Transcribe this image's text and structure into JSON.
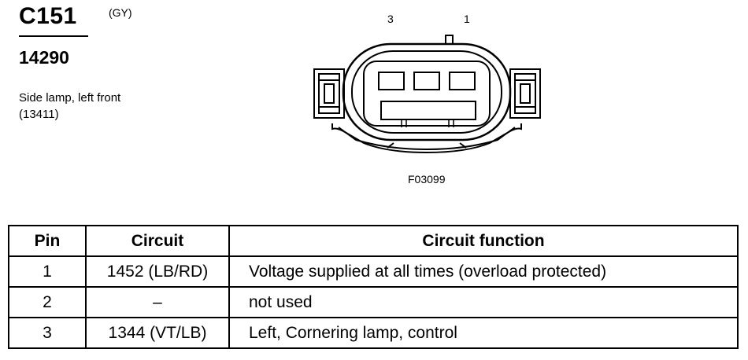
{
  "connector": {
    "id": "C151",
    "color_code": "(GY)",
    "part_number": "14290",
    "description_line1": "Side lamp, left front",
    "description_line2": "(13411)"
  },
  "diagram": {
    "pin_label_left": "3",
    "pin_label_right": "1",
    "figure_code": "F03099"
  },
  "table": {
    "headers": {
      "pin": "Pin",
      "circuit": "Circuit",
      "function": "Circuit function"
    },
    "rows": [
      {
        "pin": "1",
        "circuit": "1452 (LB/RD)",
        "function": "Voltage supplied at all times (overload protected)"
      },
      {
        "pin": "2",
        "circuit": "–",
        "function": "not used"
      },
      {
        "pin": "3",
        "circuit": "1344 (VT/LB)",
        "function": "Left, Cornering lamp, control"
      }
    ]
  }
}
